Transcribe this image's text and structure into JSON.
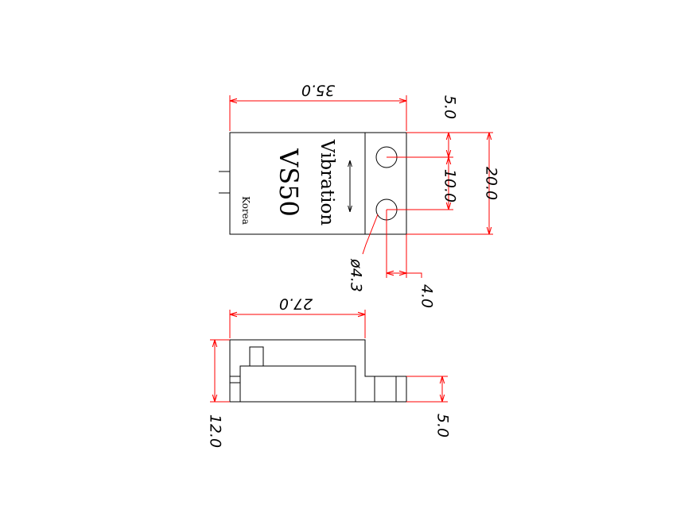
{
  "colors": {
    "outline": "#000000",
    "dimension": "#ff0000",
    "background": "#ffffff"
  },
  "top_view": {
    "brand_label": "Vibration",
    "model_label": "VS50",
    "origin_label": "Korea",
    "dimensions": {
      "length": "35.0",
      "hole_offset": "5.0",
      "hole_spacing": "10.0",
      "width": "20.0",
      "hole_diameter": "ø4.3",
      "edge_offset": "4.0"
    }
  },
  "side_view": {
    "dimensions": {
      "body_length": "27.0",
      "height": "12.0",
      "flange_height": "5.0"
    }
  }
}
